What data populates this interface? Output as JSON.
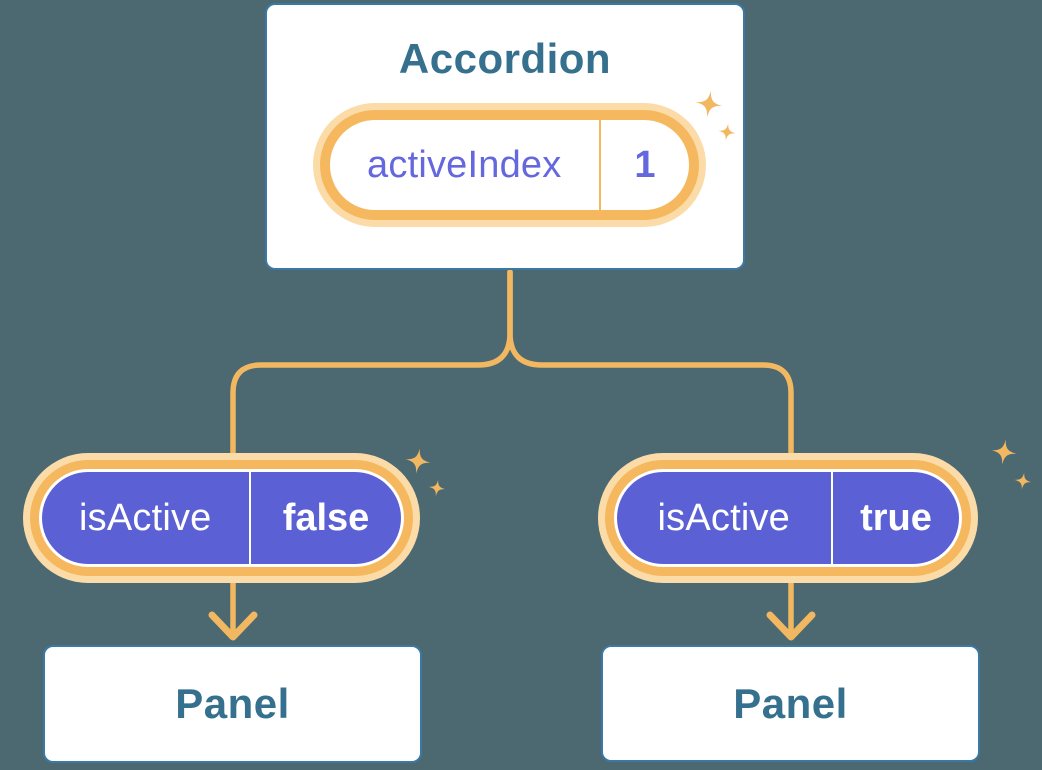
{
  "accordion": {
    "title": "Accordion",
    "state_label": "activeIndex",
    "state_value": "1"
  },
  "children": [
    {
      "prop_label": "isActive",
      "prop_value": "false",
      "panel_label": "Panel"
    },
    {
      "prop_label": "isActive",
      "prop_value": "true",
      "panel_label": "Panel"
    }
  ],
  "icons": {
    "sparkles": "sparkle-icon",
    "arrows": "arrow-down-icon"
  },
  "colors": {
    "background": "#4C6871",
    "card_border": "#3A79A6",
    "heading_text": "#35708E",
    "pill_ring_orange": "#F6B85E",
    "pill_halo": "#FBDCA8",
    "connector_orange": "#F2B761",
    "purple_fill": "#5B61D4",
    "purple_text": "#6467DE",
    "value_text_white": "#FFFFFF"
  }
}
